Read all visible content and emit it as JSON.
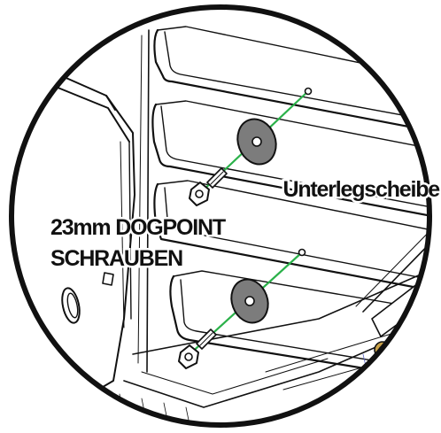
{
  "labels": {
    "washer": "Unterlegscheibe",
    "bolts_line1": "23mm DOGPOINT",
    "bolts_line2": "SCHRAUBEN"
  },
  "colors": {
    "guide_line": "#2bb14a",
    "outline": "#111111",
    "washer_fill": "#7c7c7c",
    "fitting_fill": "#c9a24a"
  }
}
